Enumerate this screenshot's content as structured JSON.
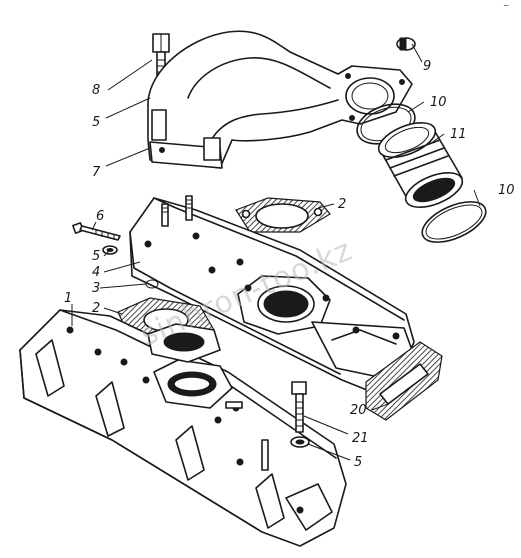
{
  "watermark": "sinhron-too.kz",
  "corner_mark": "~",
  "callouts": {
    "c1": "1",
    "c2a": "2",
    "c2b": "2",
    "c3": "3",
    "c4": "4",
    "c5a": "5",
    "c5b": "5",
    "c5c": "5",
    "c6": "6",
    "c7": "7",
    "c8": "8",
    "c9": "9",
    "c10a": "10",
    "c10b": "10",
    "c11": "11",
    "c20": "20",
    "c21": "21"
  }
}
